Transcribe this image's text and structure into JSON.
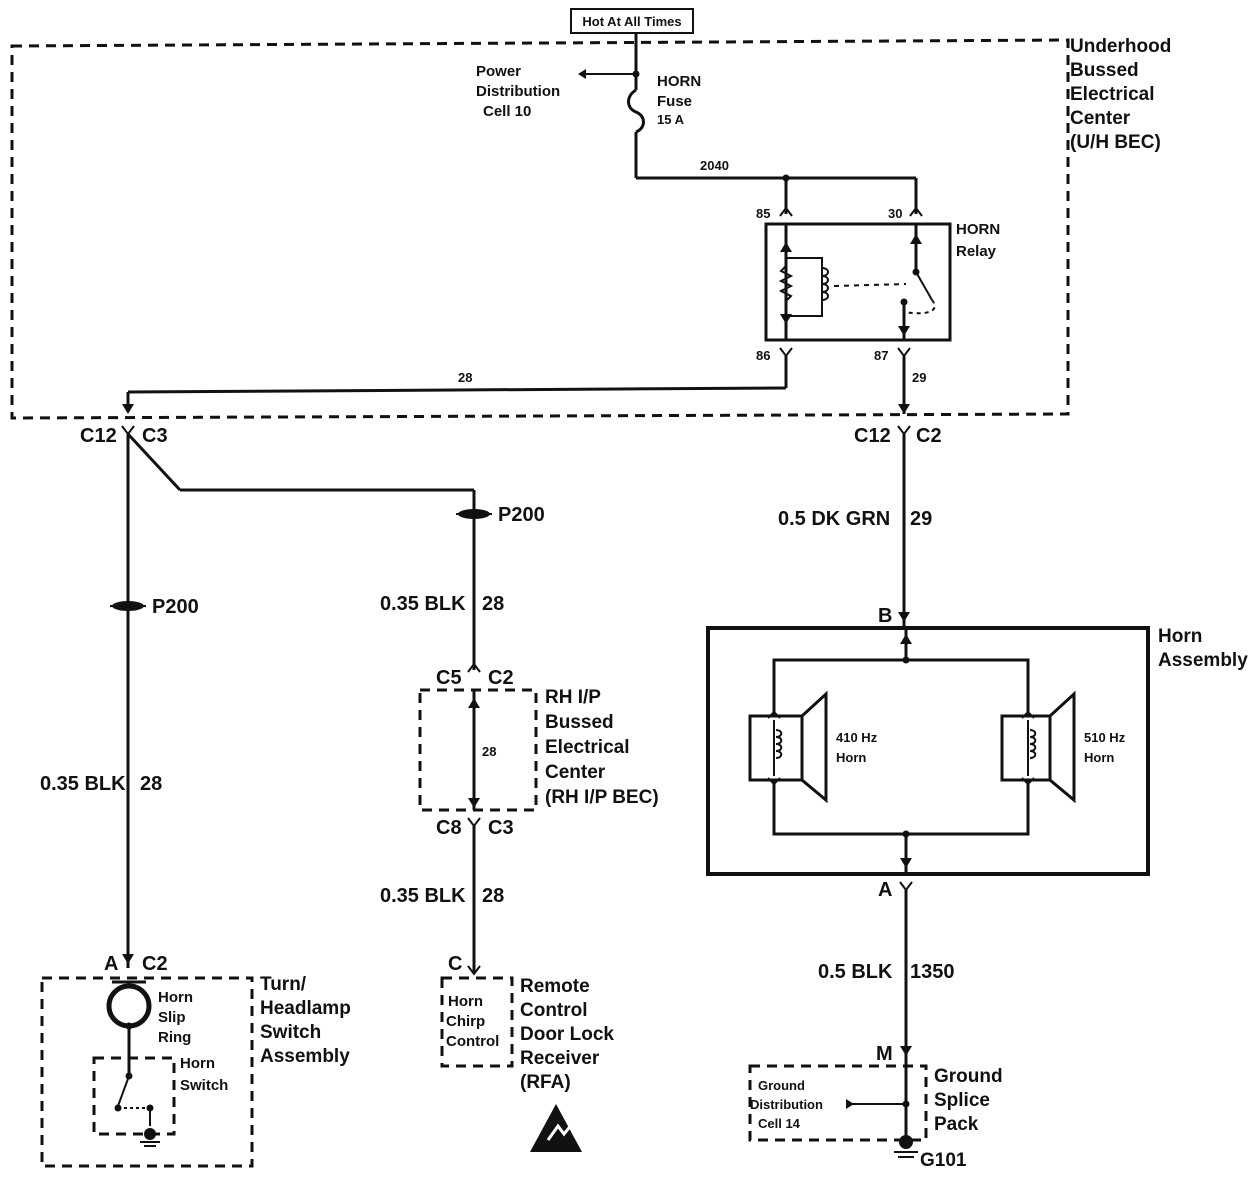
{
  "power": {
    "hot_label": "Hot At All Times",
    "pdc": [
      "Power",
      "Distribution",
      "Cell 10"
    ],
    "fuse": [
      "HORN",
      "Fuse",
      "15 A"
    ],
    "bec_name": [
      "Underhood",
      "Bussed",
      "Electrical",
      "Center",
      "(U/H BEC)"
    ],
    "circuit_2040": "2040"
  },
  "relay": {
    "name": [
      "HORN",
      "Relay"
    ],
    "pin_85": "85",
    "pin_30": "30",
    "pin_86": "86",
    "pin_87": "87",
    "circuit_28": "28",
    "circuit_29": "29"
  },
  "connectors": {
    "left_c12": "C12",
    "left_c3": "C3",
    "right_c12": "C12",
    "right_c2": "C2",
    "p200_left": "P200",
    "p200_mid": "P200",
    "rh_c5": "C5",
    "rh_c2": "C2",
    "rh_c8": "C8",
    "rh_c3": "C3",
    "horn_b": "B",
    "horn_a": "A",
    "switch_a": "A",
    "switch_c2": "C2",
    "receiver_c": "C",
    "ground_m": "M"
  },
  "wires": {
    "dk_grn": "0.5 DK GRN",
    "dk_grn_circ": "29",
    "left_blk": "0.35 BLK",
    "left_blk_circ": "28",
    "mid_blk_upper": "0.35 BLK",
    "mid_blk_upper_circ": "28",
    "mid_blk_lower": "0.35 BLK",
    "mid_blk_lower_circ": "28",
    "rh_internal": "28",
    "ground_blk": "0.5 BLK",
    "ground_circ": "1350"
  },
  "rh_bec": [
    "RH I/P",
    "Bussed",
    "Electrical",
    "Center",
    "(RH I/P BEC)"
  ],
  "horn_assembly": {
    "name": [
      "Horn",
      "Assembly"
    ],
    "horn_low": [
      "410 Hz",
      "Horn"
    ],
    "horn_high": [
      "510 Hz",
      "Horn"
    ]
  },
  "switch_assembly": {
    "name": [
      "Turn/",
      "Headlamp",
      "Switch",
      "Assembly"
    ],
    "slip_ring": [
      "Horn",
      "Slip",
      "Ring"
    ],
    "horn_switch": [
      "Horn",
      "Switch"
    ]
  },
  "receiver": {
    "name": [
      "Remote",
      "Control",
      "Door Lock",
      "Receiver",
      "(RFA)"
    ],
    "chirp": [
      "Horn",
      "Chirp",
      "Control"
    ]
  },
  "ground": {
    "splice_pack": [
      "Ground",
      "Splice",
      "Pack"
    ],
    "distribution": [
      "Ground",
      "Distribution",
      "Cell 14"
    ],
    "ground_id": "G101"
  }
}
